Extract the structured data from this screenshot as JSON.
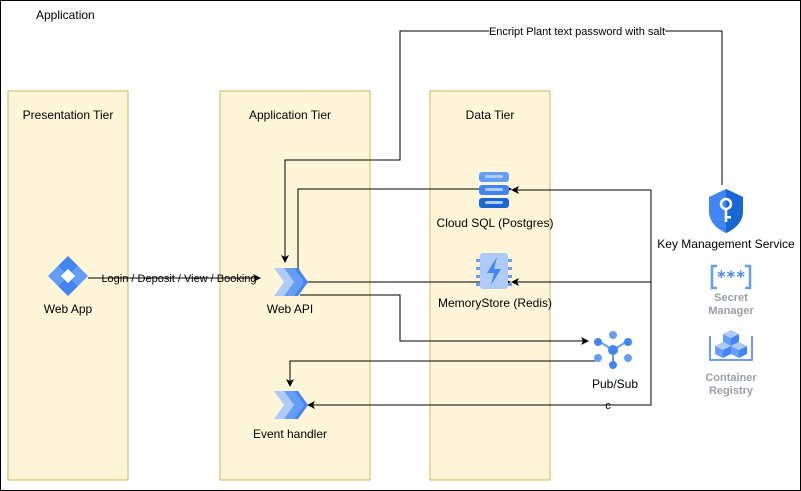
{
  "frame": {
    "title": "Application"
  },
  "tiers": [
    {
      "id": "presentation",
      "label": "Presentation Tier"
    },
    {
      "id": "application",
      "label": "Application Tier"
    },
    {
      "id": "data",
      "label": "Data Tier"
    }
  ],
  "nodes": {
    "web_app": {
      "label": "Web App",
      "icon": "web-app-icon"
    },
    "web_api": {
      "label": "Web API",
      "icon": "web-api-icon"
    },
    "event_handler": {
      "label": "Event handler",
      "icon": "event-handler-icon"
    },
    "cloud_sql": {
      "label": "Cloud SQL (Postgres)",
      "icon": "cloud-sql-icon"
    },
    "memorystore": {
      "label": "MemoryStore (Redis)",
      "icon": "memorystore-icon"
    },
    "pubsub": {
      "label": "Pub/Sub",
      "icon": "pubsub-icon"
    },
    "kms": {
      "label": "Key Management Service",
      "icon": "key-management-icon"
    },
    "secret_manager": {
      "label_line1": "Secret",
      "label_line2": "Manager",
      "icon": "secret-manager-icon"
    },
    "container_registry": {
      "label_line1": "Container",
      "label_line2": "Registry",
      "icon": "container-registry-icon"
    }
  },
  "edges": {
    "login": {
      "label": "Login / Deposit / View / Booking"
    },
    "encrypt": {
      "label": "Encript Plant text password with salt"
    },
    "pubsub_event": {
      "label": "c"
    }
  },
  "colors": {
    "tier_fill": "#fff2cc",
    "tier_stroke": "#d6b656",
    "gcp_blue": "#4285f4",
    "gcp_light_blue": "#aecbfa",
    "gcp_dark_blue": "#1967d2",
    "muted_gray": "#9aa0a6"
  }
}
